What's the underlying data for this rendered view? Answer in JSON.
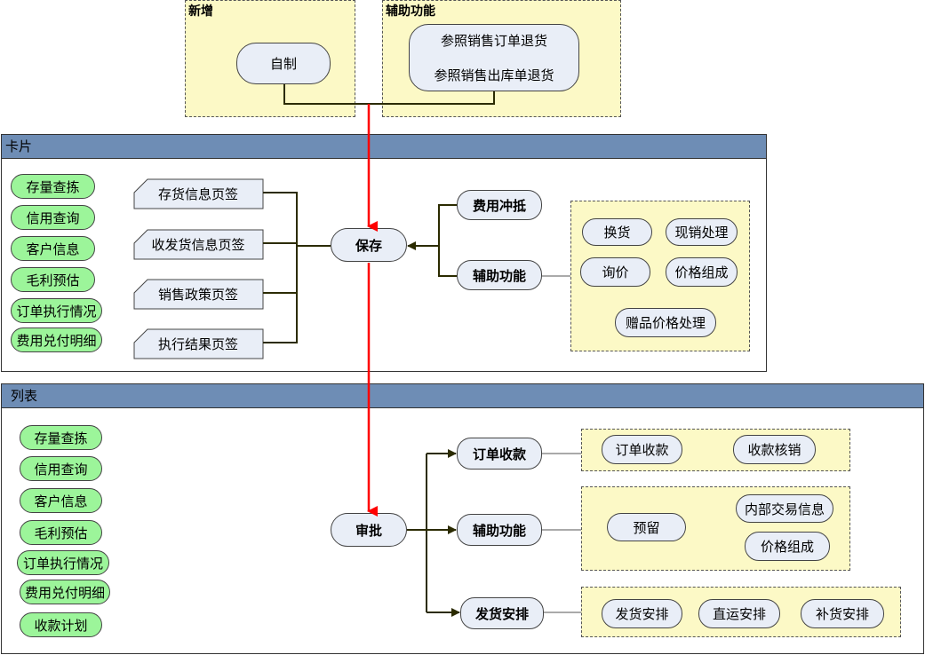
{
  "top": {
    "new_title": "新增",
    "aux_title": "辅助功能",
    "self_made": "自制",
    "ref_order_return": "参照销售订单退货",
    "ref_out_return": "参照销售出库单退货"
  },
  "card": {
    "header": "卡片",
    "left_buttons": [
      "存量查拣",
      "信用查询",
      "客户信息",
      "毛利预估",
      "订单执行情况",
      "费用兑付明细"
    ],
    "tabs": [
      "存货信息页签",
      "收发货信息页签",
      "销售政策页签",
      "执行结果页签"
    ],
    "save": "保存",
    "fee_offset": "费用冲抵",
    "aux_function": "辅助功能",
    "aux_items": [
      "换货",
      "现销处理",
      "询价",
      "价格组成",
      "赠品价格处理"
    ]
  },
  "list": {
    "header": "列表",
    "left_buttons": [
      "存量查拣",
      "信用查询",
      "客户信息",
      "毛利预估",
      "订单执行情况",
      "费用兑付明细",
      "收款计划"
    ],
    "approve": "审批",
    "order_receipt": "订单收款",
    "aux_function": "辅助功能",
    "ship_arrange": "发货安排",
    "receipt_items": [
      "订单收款",
      "收款核销"
    ],
    "aux_items": [
      "预留",
      "内部交易信息",
      "价格组成"
    ],
    "ship_items": [
      "发货安排",
      "直运安排",
      "补货安排"
    ]
  },
  "colors": {
    "arrow_red": "#ff0000",
    "connector": "#2b2b00",
    "header_blue": "#6e8db5",
    "green_button": "#9cf59a",
    "yellow_region": "#fcf9c6"
  }
}
